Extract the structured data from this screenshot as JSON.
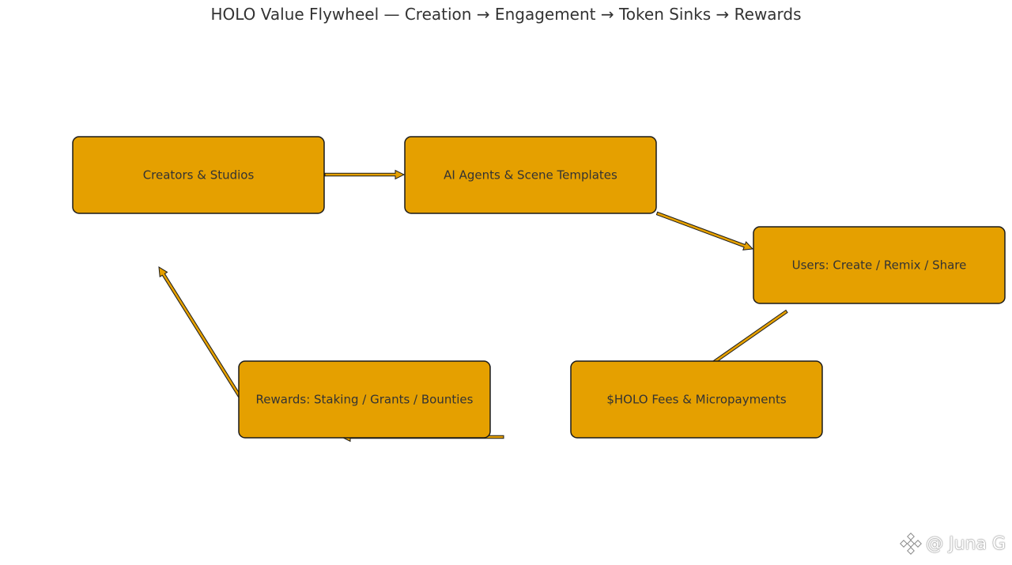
{
  "title": "HOLO Value Flywheel — Creation → Engagement → Token Sinks → Rewards",
  "colors": {
    "node_fill": "#E5A000",
    "node_stroke": "#1a1a1a",
    "arrow_fill": "#E5A000",
    "text": "#333333"
  },
  "nodes": [
    {
      "id": "creators",
      "label": "Creators & Studios"
    },
    {
      "id": "agents",
      "label": "AI Agents & Scene Templates"
    },
    {
      "id": "users",
      "label": "Users: Create / Remix / Share"
    },
    {
      "id": "fees",
      "label": "$HOLO Fees & Micropayments"
    },
    {
      "id": "rewards",
      "label": "Rewards: Staking / Grants / Bounties"
    }
  ],
  "edges": [
    {
      "from": "creators",
      "to": "agents"
    },
    {
      "from": "agents",
      "to": "users"
    },
    {
      "from": "users",
      "to": "fees"
    },
    {
      "from": "fees",
      "to": "rewards"
    },
    {
      "from": "rewards",
      "to": "creators"
    }
  ],
  "watermark": {
    "text": "@ Juna G",
    "icon": "binance-logo-icon"
  }
}
